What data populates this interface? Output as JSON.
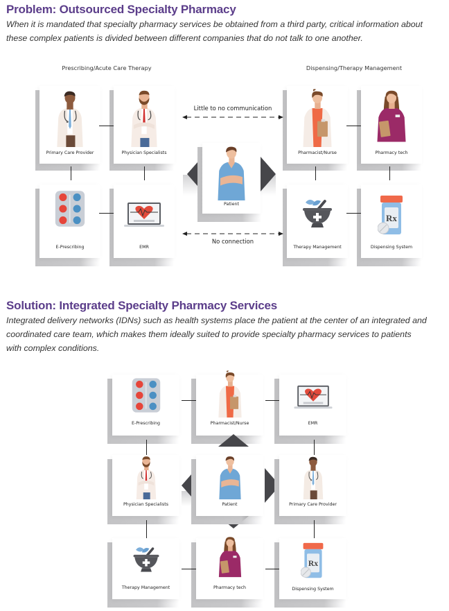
{
  "problem": {
    "title": "Problem: Outsourced Specialty Pharmacy",
    "description_line1": "When it is mandated that specialty pharmacy services be obtained from a third party, critical information about",
    "description_line2": "these complex patients is divided between different companies that do not talk to one another.",
    "left_group_label": "Prescribing/Acute Care Therapy",
    "right_group_label": "Dispensing/Therapy Management",
    "top_connection_label": "Little to no communication",
    "bottom_connection_label": "No connection",
    "cards": [
      {
        "label": "Primary Care Provider",
        "icon": "doctor-tan-blue-tie-icon"
      },
      {
        "label": "Physician Specialists",
        "icon": "doctor-bearded-red-tie-icon"
      },
      {
        "label": "E-Prescribing",
        "icon": "pill-blister-pack-icon"
      },
      {
        "label": "EMR",
        "icon": "laptop-heart-icon"
      },
      {
        "label": "Patient",
        "icon": "patient-arms-crossed-icon"
      },
      {
        "label": "Pharmacist/Nurse",
        "icon": "pharmacist-clipboard-icon"
      },
      {
        "label": "Pharmacy tech",
        "icon": "pharmacy-tech-clipboard-icon"
      },
      {
        "label": "Therapy Management",
        "icon": "mortar-pestle-icon"
      },
      {
        "label": "Dispensing System",
        "icon": "rx-bottle-icon"
      }
    ]
  },
  "solution": {
    "title": "Solution: Integrated Specialty Pharmacy Services",
    "description_line1": "Integrated delivery networks (IDNs) such as health systems place the patient at the center of an integrated and",
    "description_line2": "coordinated care team, which makes them ideally suited to provide specialty pharmacy services to patients",
    "description_line3": "with complex  conditions.",
    "cards": [
      {
        "label": "E-Prescribing",
        "icon": "pill-blister-pack-icon"
      },
      {
        "label": "Pharmacist/Nurse",
        "icon": "pharmacist-clipboard-icon"
      },
      {
        "label": "EMR",
        "icon": "laptop-heart-icon"
      },
      {
        "label": "Physician Specialists",
        "icon": "doctor-bearded-red-tie-icon"
      },
      {
        "label": "Patient",
        "icon": "patient-arms-crossed-icon"
      },
      {
        "label": "Primary Care Provider",
        "icon": "doctor-tan-blue-tie-icon"
      },
      {
        "label": "Therapy Management",
        "icon": "mortar-pestle-icon"
      },
      {
        "label": "Pharmacy tech",
        "icon": "pharmacy-tech-clipboard-icon"
      },
      {
        "label": "Dispensing System",
        "icon": "rx-bottle-icon"
      }
    ]
  },
  "colors": {
    "heading": "#5b3d8a",
    "arrow": "#46464a",
    "shadow": "#c6c6c8"
  }
}
